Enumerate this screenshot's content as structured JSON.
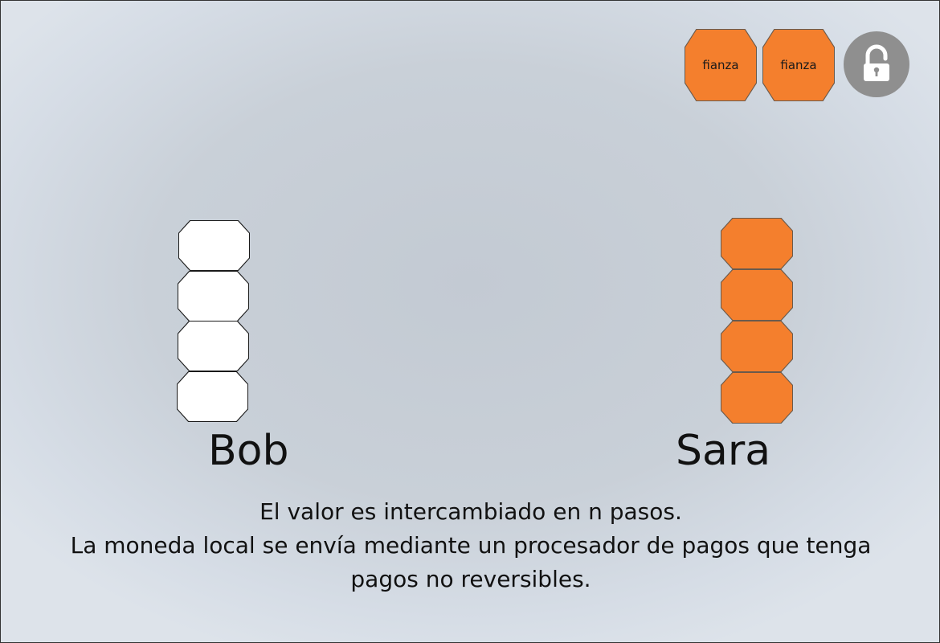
{
  "bonds": [
    {
      "label": "fianza"
    },
    {
      "label": "fianza"
    }
  ],
  "lock": {
    "icon": "lock-open-icon",
    "color": "#8f8f8f"
  },
  "parties": {
    "left": {
      "name": "Bob",
      "coin_count": 4,
      "coin_color": "#ffffff"
    },
    "right": {
      "name": "Sara",
      "coin_count": 4,
      "coin_color": "#f47f2d"
    }
  },
  "caption": {
    "line1": "El valor es intercambiado en n pasos.",
    "line2": "La moneda local se envía mediante un procesador de pagos que  tenga",
    "line3": "pagos no reversibles."
  },
  "colors": {
    "accent": "#f47f2d",
    "background": "#c9d0d8"
  }
}
